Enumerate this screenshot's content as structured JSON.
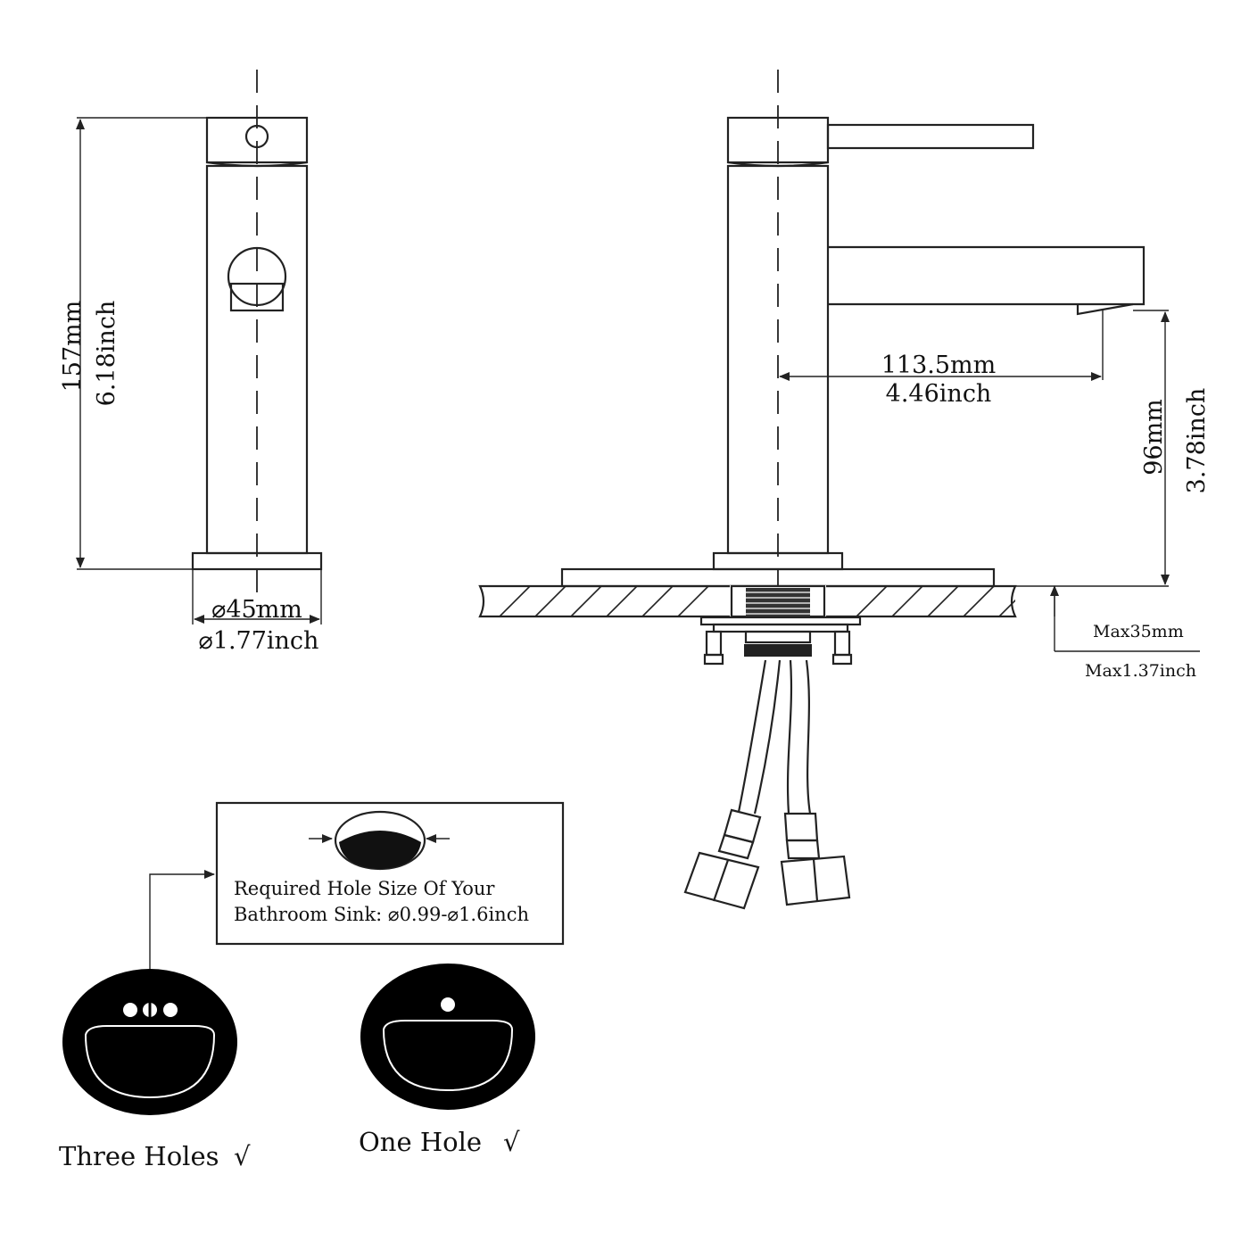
{
  "front_view": {
    "height_mm": "157mm",
    "height_inch": "6.18inch",
    "base_mm": "⌀45mm",
    "base_inch": "⌀1.77inch"
  },
  "side_view": {
    "reach_mm": "113.5mm",
    "reach_inch": "4.46inch",
    "spout_height_mm": "96mm",
    "spout_height_inch": "3.78inch",
    "max_thickness_mm": "Max35mm",
    "max_thickness_inch": "Max1.37inch"
  },
  "hole_note": {
    "line1": "Required Hole Size Of Your",
    "line2": "Bathroom Sink: ⌀0.99-⌀1.6inch"
  },
  "sink_options": [
    {
      "label": "Three Holes",
      "check": "√"
    },
    {
      "label": "One Hole",
      "check": "√"
    }
  ]
}
